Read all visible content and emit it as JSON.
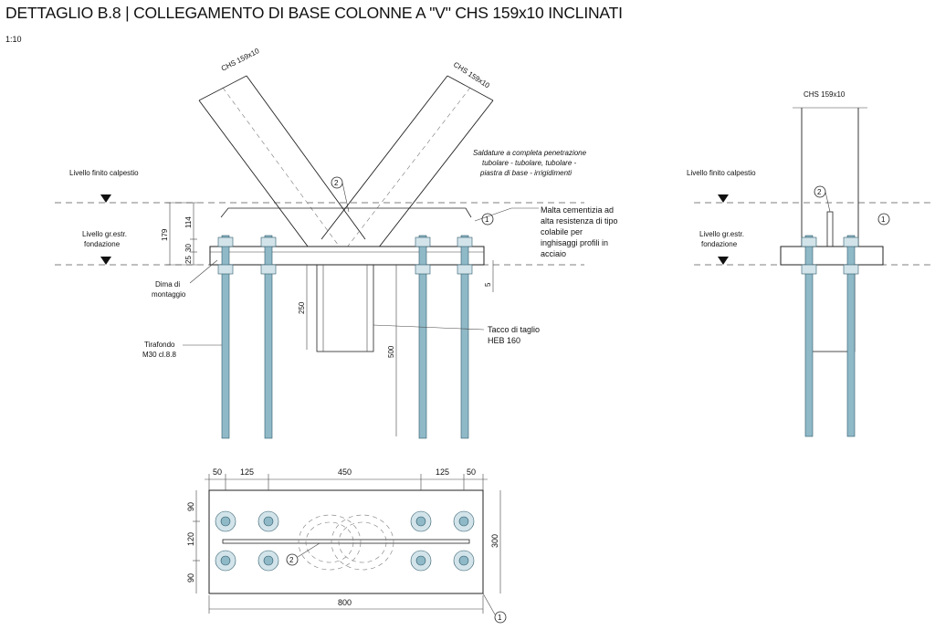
{
  "header": {
    "title": "DETTAGLIO B.8 |  COLLEGAMENTO DI BASE COLONNE A \"V\" CHS 159x10 INCLINATI",
    "scale": "1:10"
  },
  "elevation_left": {
    "tube_label_left": "CHS 159x10",
    "tube_label_right": "CHS 159x10",
    "weld_note": [
      "Saldature a completa penetrazione",
      "tubolare - tubolare, tubolare -",
      "piastra di base - irrigidimenti"
    ],
    "level_finished": "Livello finito calpestio",
    "level_foundation": [
      "Livello gr.estr.",
      "fondazione"
    ],
    "mortar_note": [
      "Malta cementizia ad",
      "alta resistenza di tipo",
      "colabile per",
      "inghisaggi profili in",
      "acciaio"
    ],
    "template": [
      "Dima di",
      "montaggio"
    ],
    "anchor": [
      "Tirafondo",
      "M30 cl.8.8"
    ],
    "shear_key": [
      "Tacco di taglio",
      "HEB 160"
    ],
    "dims": {
      "d179": "179",
      "d114": "114",
      "d30": "30",
      "d25": "25",
      "d5": "5",
      "d250": "250",
      "d500": "500"
    },
    "markers": {
      "m1": "1",
      "m2": "2"
    }
  },
  "elevation_right": {
    "tube_label": "CHS 159x10",
    "level_finished": "Livello finito calpestio",
    "level_foundation": [
      "Livello gr.estr.",
      "fondazione"
    ],
    "markers": {
      "m1": "1",
      "m2": "2"
    }
  },
  "plan": {
    "dims_top": [
      "50",
      "125",
      "450",
      "125",
      "50"
    ],
    "dims_left": [
      "90",
      "120",
      "90"
    ],
    "dim_right": "300",
    "dim_bottom": "800",
    "markers": {
      "m1": "1",
      "m2": "2"
    }
  }
}
